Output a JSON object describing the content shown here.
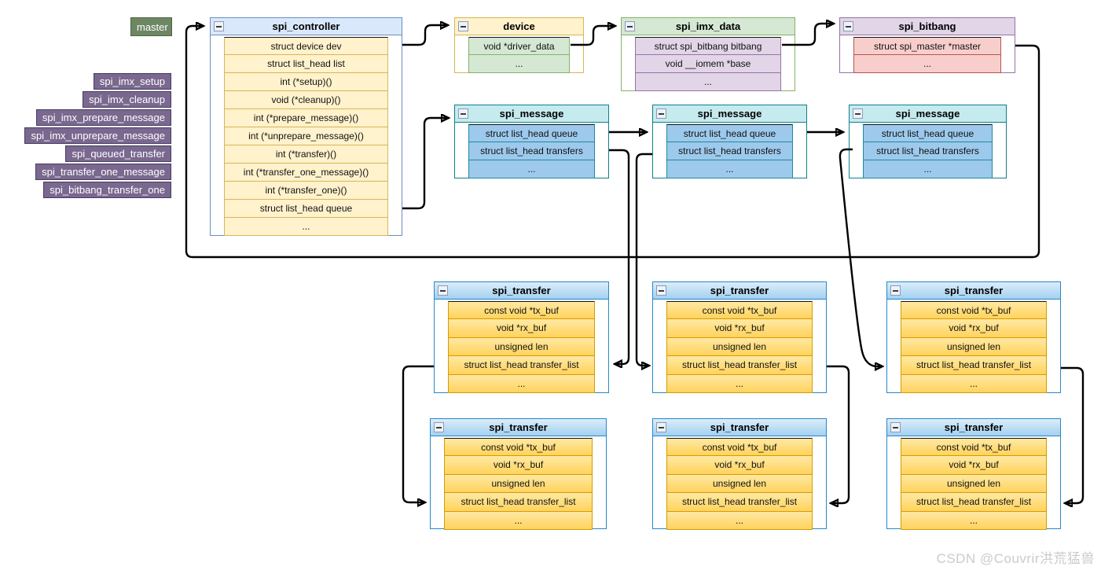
{
  "annotations": {
    "master": "master",
    "watermark": "CSDN @Couvrir洪荒猛兽",
    "function_pointers": [
      "spi_imx_setup",
      "spi_imx_cleanup",
      "spi_imx_prepare_message",
      "spi_imx_unprepare_message",
      "spi_queued_transfer",
      "spi_transfer_one_message",
      "spi_bitbang_transfer_one"
    ]
  },
  "structs": {
    "spi_controller": {
      "title": "spi_controller",
      "rows": [
        "struct device dev",
        "struct list_head list",
        "int (*setup)()",
        "void (*cleanup)()",
        "int (*prepare_message)()",
        "int (*unprepare_message)()",
        "int (*transfer)()",
        "int (*transfer_one_message)()",
        "int (*transfer_one)()",
        "struct list_head queue",
        "..."
      ]
    },
    "device": {
      "title": "device",
      "rows": [
        "void *driver_data",
        "..."
      ]
    },
    "spi_imx_data": {
      "title": "spi_imx_data",
      "rows": [
        "struct spi_bitbang bitbang",
        "void __iomem *base",
        "..."
      ]
    },
    "spi_bitbang": {
      "title": "spi_bitbang",
      "rows": [
        "struct spi_master *master",
        "..."
      ]
    },
    "spi_message": {
      "title": "spi_message",
      "rows": [
        "struct list_head queue",
        "struct list_head transfers",
        "..."
      ]
    },
    "spi_transfer": {
      "title": "spi_transfer",
      "rows": [
        "const void *tx_buf",
        "void *rx_buf",
        "unsigned len",
        "struct list_head transfer_list",
        "..."
      ]
    }
  },
  "palette": {
    "controller_header": "#dae8fc",
    "controller_border": "#6c8ebf",
    "yellow_row": "#fff2cc",
    "yellow_border": "#d6b656",
    "green_row": "#d5e8d4",
    "green_border": "#82b366",
    "purple_row": "#e1d5e7",
    "purple_border": "#9673a6",
    "red_row": "#f8cecc",
    "red_border": "#b85450",
    "message_header": "#c6ebee",
    "message_row": "#9dc9ec",
    "message_border": "#0e8088",
    "transfer_row_top": "#ffe9a4",
    "transfer_row_bottom": "#ffd35c",
    "transfer_border": "#2688c8",
    "label_green": "#6d8764",
    "label_purple": "#7a688f",
    "wire": "#000000"
  }
}
